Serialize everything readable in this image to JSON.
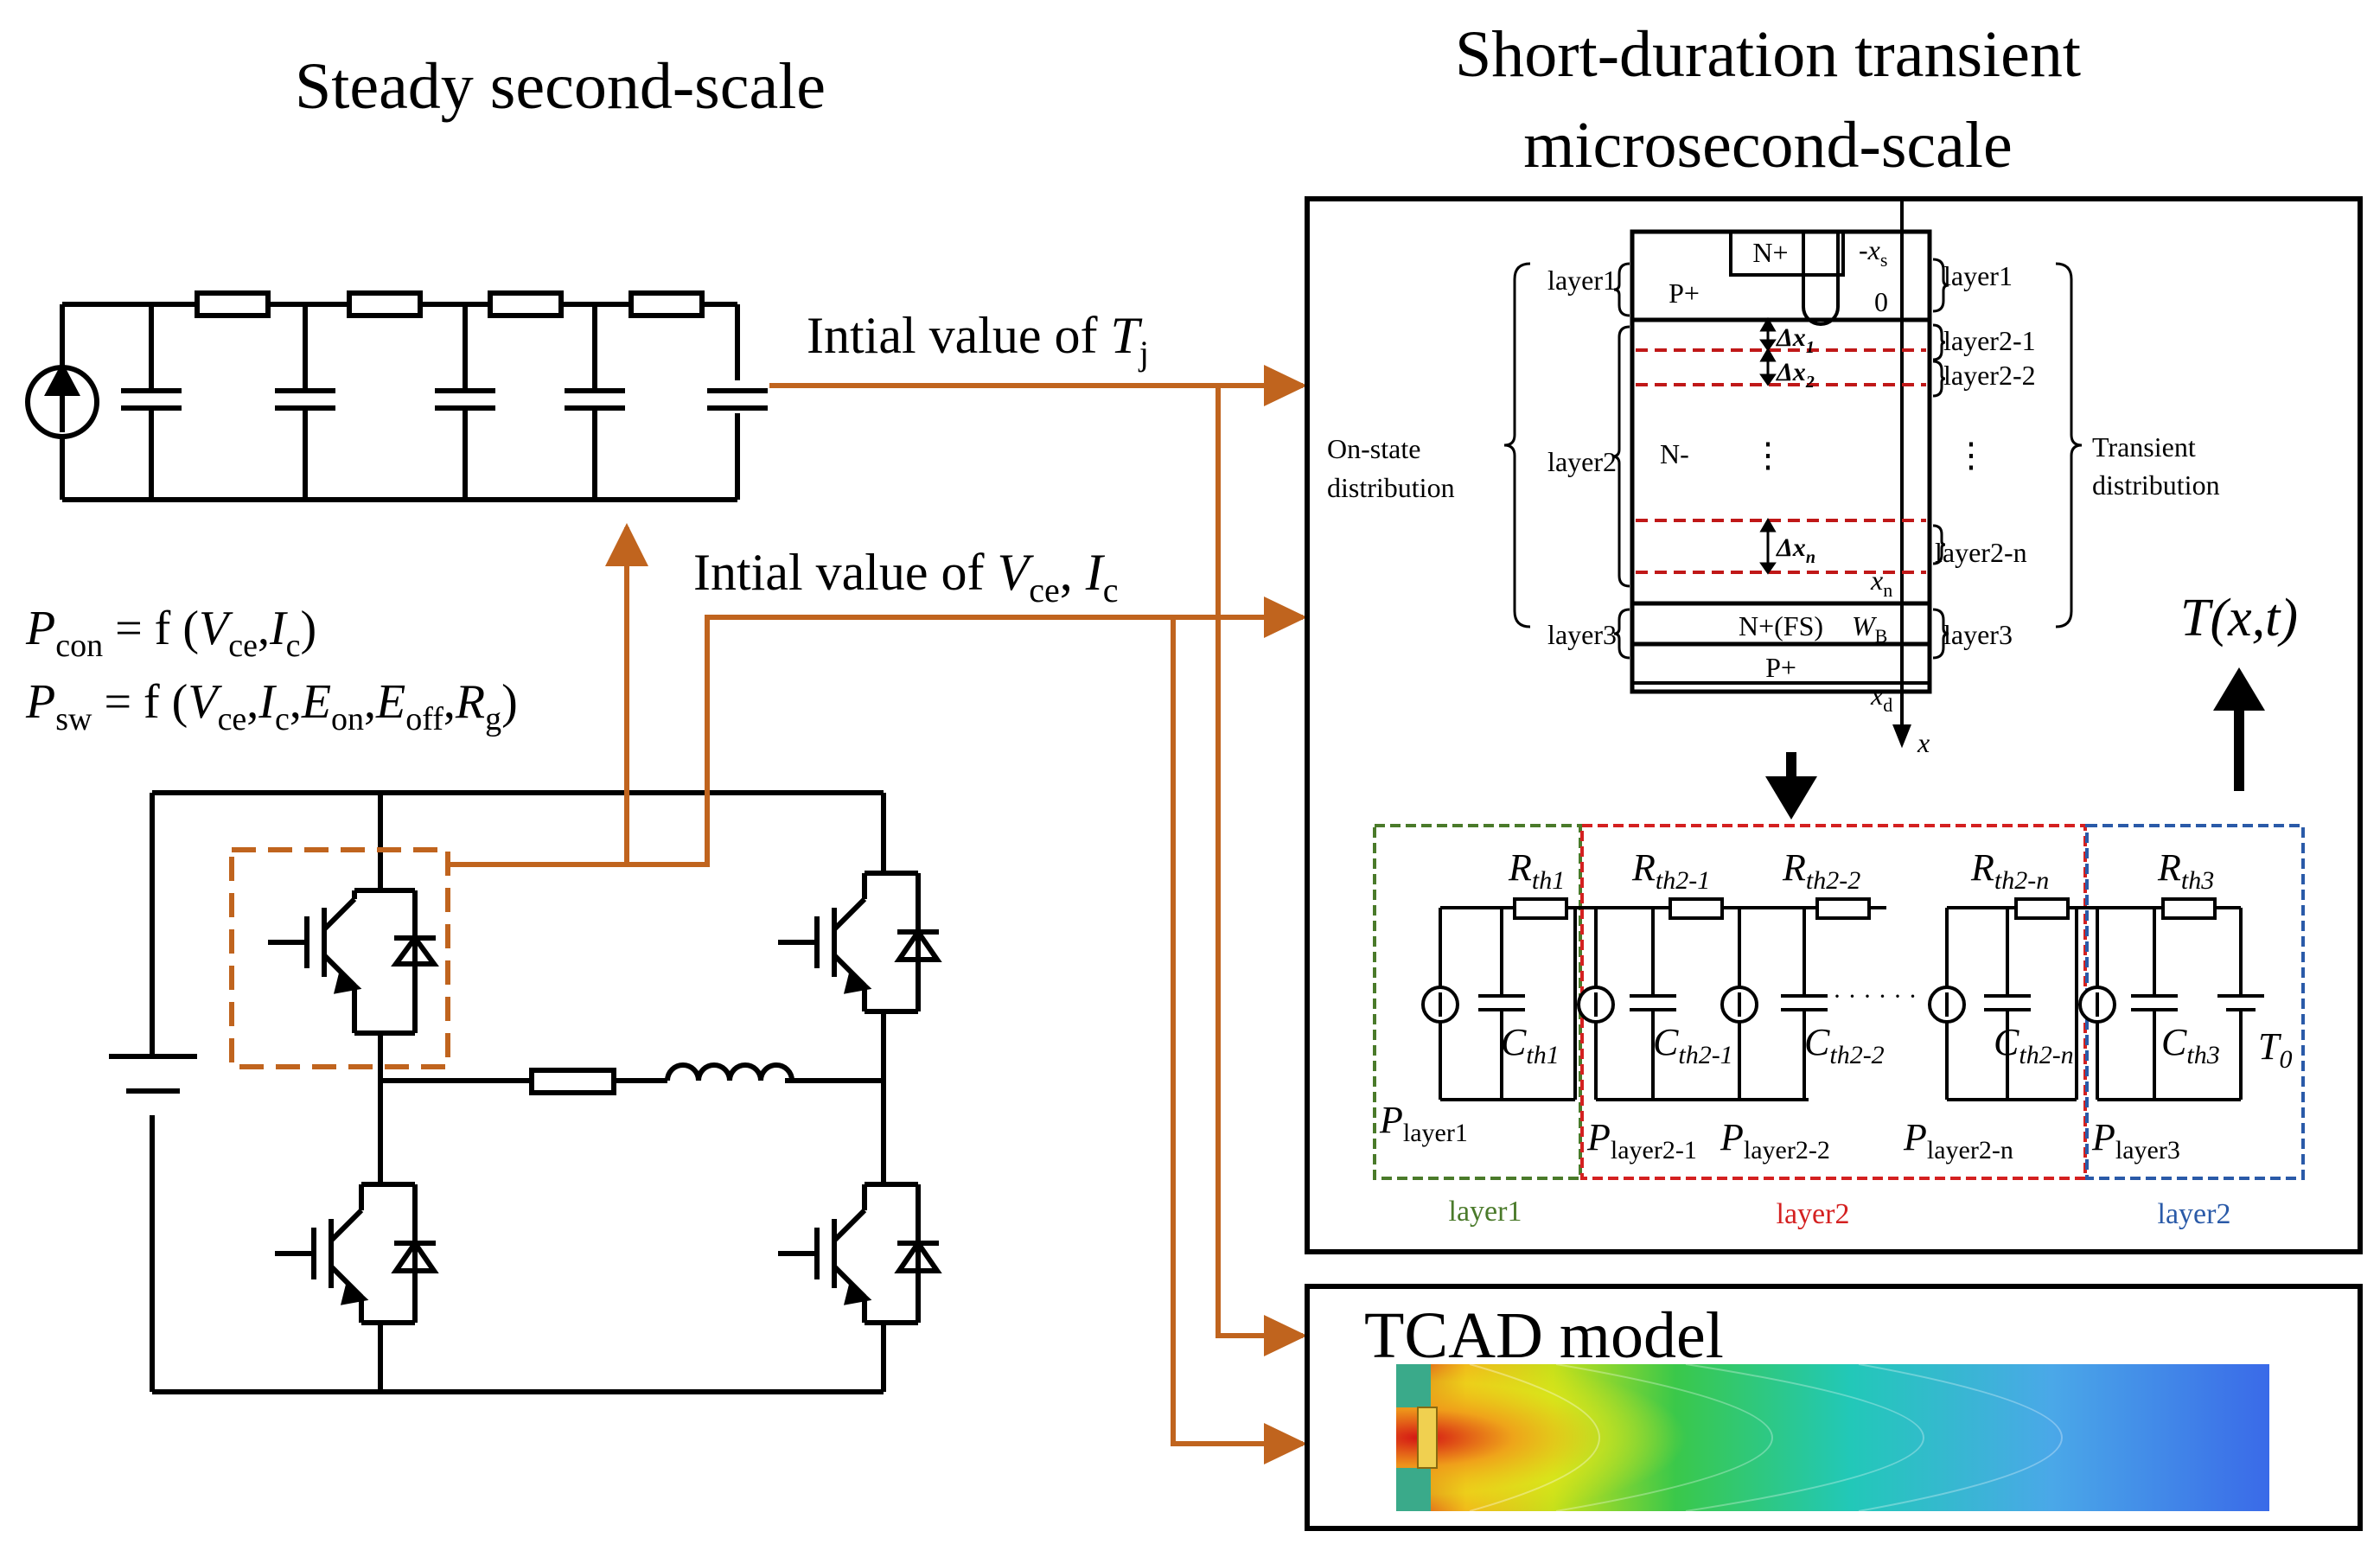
{
  "titles": {
    "left": "Steady second-scale",
    "right_line1": "Short-duration transient",
    "right_line2": "microsecond-scale"
  },
  "arrows": {
    "tj_prefix": "Intial value of ",
    "tj_var": "T",
    "tj_sub": "j",
    "vce_prefix": "Intial value of ",
    "vce_var": "V",
    "vce_sub": "ce",
    "vce_sep": ", ",
    "ic_var": "I",
    "ic_sub": "c"
  },
  "equations": {
    "pcon_P": "P",
    "pcon_sub": "con",
    "pcon_rhs": " = f (",
    "pcon_V": "V",
    "pcon_Vsub": "ce",
    "pcon_comma": ",",
    "pcon_I": "I",
    "pcon_Isub": "c",
    "pcon_close": ")",
    "psw_P": "P",
    "psw_sub": "sw",
    "psw_rhs": " = f (",
    "psw_V": "V",
    "psw_Vsub": "ce",
    "psw_c1": ",",
    "psw_I": "I",
    "psw_Isub": "c",
    "psw_c2": ",",
    "psw_Eon": "E",
    "psw_Eonsub": "on",
    "psw_c3": ",",
    "psw_Eoff": "E",
    "psw_Eoffsub": "off",
    "psw_c4": ",",
    "psw_R": "R",
    "psw_Rsub": "g",
    "psw_close": ")"
  },
  "device": {
    "n_plus": "N+",
    "p_plus_top": "P+",
    "neg_xs": "-x",
    "neg_xs_sub": "s",
    "zero": "0",
    "n_minus": "N-",
    "nfs": "N+(FS)",
    "wb": "W",
    "wb_sub": "B",
    "p_plus_bottom": "P+",
    "xn": "x",
    "xn_sub": "n",
    "xd": "x",
    "xd_sub": "d",
    "x_axis": "x",
    "dx1": "Δx",
    "dx1_sub": "1",
    "dx2": "Δx",
    "dx2_sub": "2",
    "dxn": "Δx",
    "dxn_sub": "n",
    "dots": "⋮",
    "left_layer1": "layer1",
    "left_layer2": "layer2",
    "left_layer3": "layer3",
    "right_layer1": "layer1",
    "right_layer2_1": "layer2-1",
    "right_layer2_2": "layer2-2",
    "right_layer2_n": "layer2-n",
    "right_layer3": "layer3",
    "right_dots": "⋮",
    "onstate_1": "On-state",
    "onstate_2": "distribution",
    "transient_1": "Transient",
    "transient_2": "distribution",
    "txt_T": "T",
    "txt_args": "(x,t)"
  },
  "network": {
    "r1": "R",
    "r1_sub": "th1",
    "r21": "R",
    "r21_sub": "th2-1",
    "r22": "R",
    "r22_sub": "th2-2",
    "r2n": "R",
    "r2n_sub": "th2-n",
    "r3": "R",
    "r3_sub": "th3",
    "c1": "C",
    "c1_sub": "th1",
    "c21": "C",
    "c21_sub": "th2-1",
    "c22": "C",
    "c22_sub": "th2-2",
    "c2n": "C",
    "c2n_sub": "th2-n",
    "c3": "C",
    "c3_sub": "th3",
    "t0": "T",
    "t0_sub": "0",
    "p1": "P",
    "p1_sub": "layer1",
    "p21": "P",
    "p21_sub": "layer2-1",
    "p22": "P",
    "p22_sub": "layer2-2",
    "p2n": "P",
    "p2n_sub": "layer2-n",
    "p3": "P",
    "p3_sub": "layer3",
    "hdots": "· · · · · ·",
    "box1_label": "layer1",
    "box2_label": "layer2",
    "box3_label": "layer2"
  },
  "tcad": {
    "title": "TCAD model"
  },
  "colors": {
    "orange": "#c0641e",
    "green_box": "#4a7a2a",
    "red_box": "#d42020",
    "blue_box": "#2a5aa8",
    "red_dash": "#c01818"
  }
}
